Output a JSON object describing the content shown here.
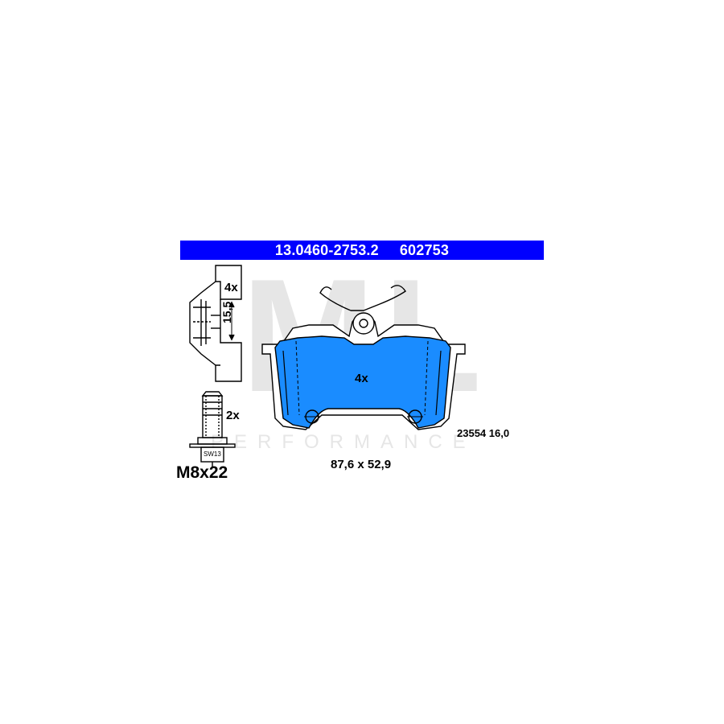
{
  "header": {
    "part_number": "13.0460-2753.2",
    "ref_number": "602753"
  },
  "clip": {
    "quantity": "4x",
    "dimension": "15,5"
  },
  "bolt": {
    "quantity": "2x",
    "wrench_size": "SW13",
    "thread_size": "M8x22"
  },
  "pad": {
    "quantity": "4x",
    "dimensions": "87,6 x 52,9",
    "code_thickness": "23554 16,0"
  },
  "watermark": {
    "logo": "ML",
    "tagline": "PERFORMANCE"
  },
  "colors": {
    "header_bg": "#0000ff",
    "pad_fill": "#1a8cff",
    "line": "#000000",
    "watermark": "#e6e6e6"
  }
}
